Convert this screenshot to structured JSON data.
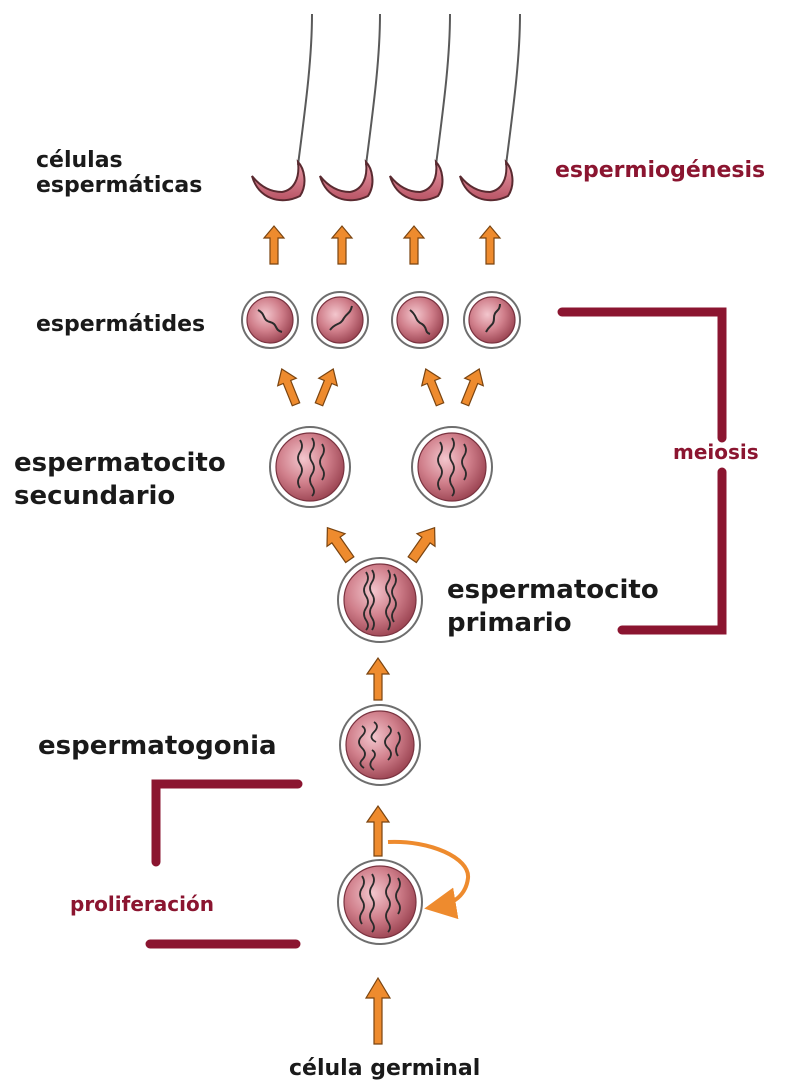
{
  "labels": {
    "celulas_espermaticas_line1": "células",
    "celulas_espermaticas_line2": "espermáticas",
    "espermatides": "espermátides",
    "espermatocito_secundario_line1": "espermatocito",
    "espermatocito_secundario_line2": "secundario",
    "espermatocito_primario_line1": "espermatocito",
    "espermatocito_primario_line2": "primario",
    "espermatogonia": "espermatogonia",
    "celula_germinal": "célula germinal"
  },
  "phases": {
    "espermiogenesis": "espermiogénesis",
    "meiosis": "meiosis",
    "proliferacion": "proliferación"
  },
  "colors": {
    "phase_text": "#8b1530",
    "bracket": "#8b1530",
    "arrow": "#ee8b2e",
    "cell_fill": "#c76a78",
    "cell_ring": "#7a7a7a",
    "sperm_fill": "#d47b8a"
  }
}
